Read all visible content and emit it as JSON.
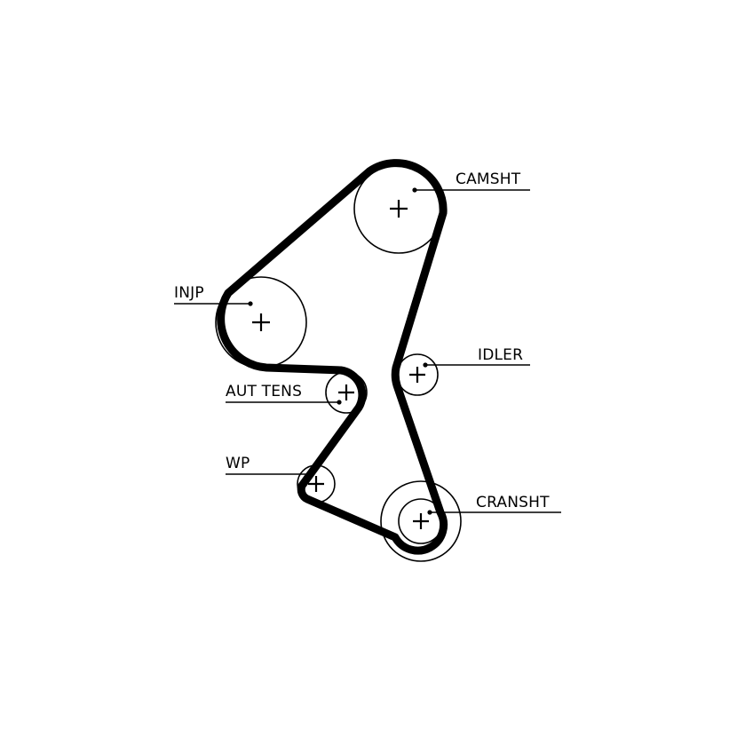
{
  "labels": {
    "camsht": "CAMSHT",
    "injp": "INJP",
    "idler": "IDLER",
    "aut_tens": "AUT TENS",
    "wp": "WP",
    "cransht": "CRANSHT"
  },
  "colors": {
    "stroke": "#000000",
    "background": "#ffffff"
  }
}
